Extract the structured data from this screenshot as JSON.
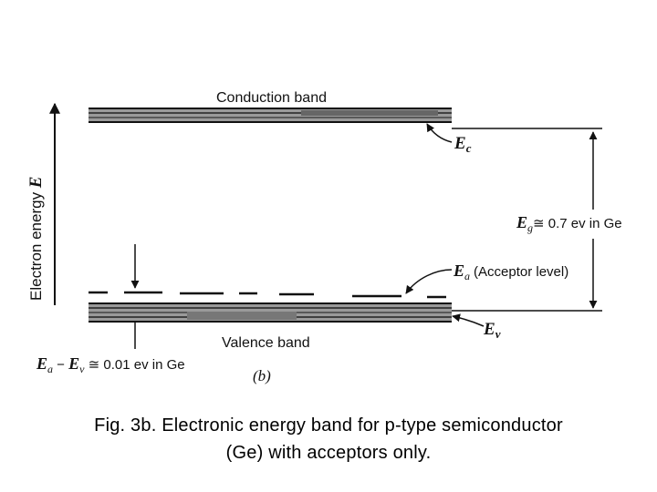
{
  "diagram": {
    "y_axis_label": "Electron energy",
    "y_axis_symbol": "E",
    "conduction_band_label": "Conduction band",
    "valence_band_label": "Valence band",
    "ec_symbol": "E",
    "ec_sub": "c",
    "ev_symbol": "E",
    "ev_sub": "v",
    "ea_symbol": "E",
    "ea_sub": "a",
    "acceptor_level_label": "(Acceptor level)",
    "eg_symbol": "E",
    "eg_sub": "g",
    "eg_value": "≅ 0.7 ev in Ge",
    "ea_ev_lhs_a": "E",
    "ea_ev_sub_a": "a",
    "ea_ev_minus": " − ",
    "ea_ev_lhs_v": "E",
    "ea_ev_sub_v": "v",
    "ea_ev_value": " ≅ 0.01 ev in Ge",
    "panel_label": "(b)",
    "colors": {
      "ink": "#111111",
      "band_fill": "#8a8a8a"
    }
  },
  "caption": {
    "line1": "Fig. 3b.  Electronic energy band for p-type semiconductor",
    "line2": "(Ge) with acceptors only."
  }
}
